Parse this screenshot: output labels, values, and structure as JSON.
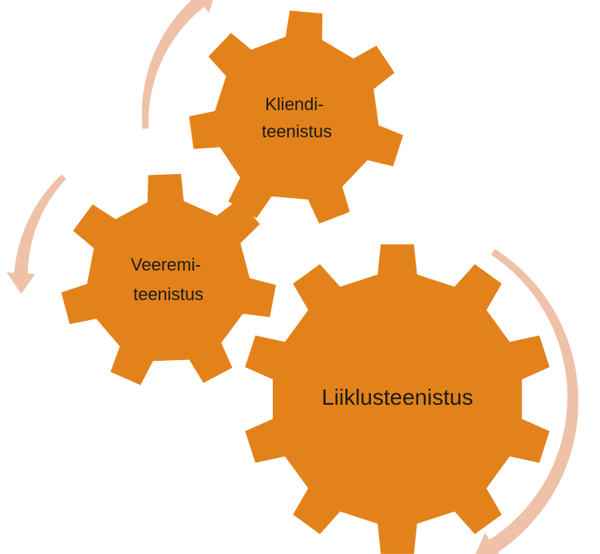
{
  "diagram": {
    "colors": {
      "gear_fill": "#E3821A",
      "arrow_fill": "#EFC1A8"
    },
    "gears": [
      {
        "id": "kliendi",
        "label_lines": [
          "Kliendi-",
          "teenistus"
        ]
      },
      {
        "id": "veeremi",
        "label_lines": [
          "Veeremi-",
          "teenistus"
        ]
      },
      {
        "id": "liiklus",
        "label_lines": [
          "Liiklusteenistus"
        ]
      }
    ]
  }
}
